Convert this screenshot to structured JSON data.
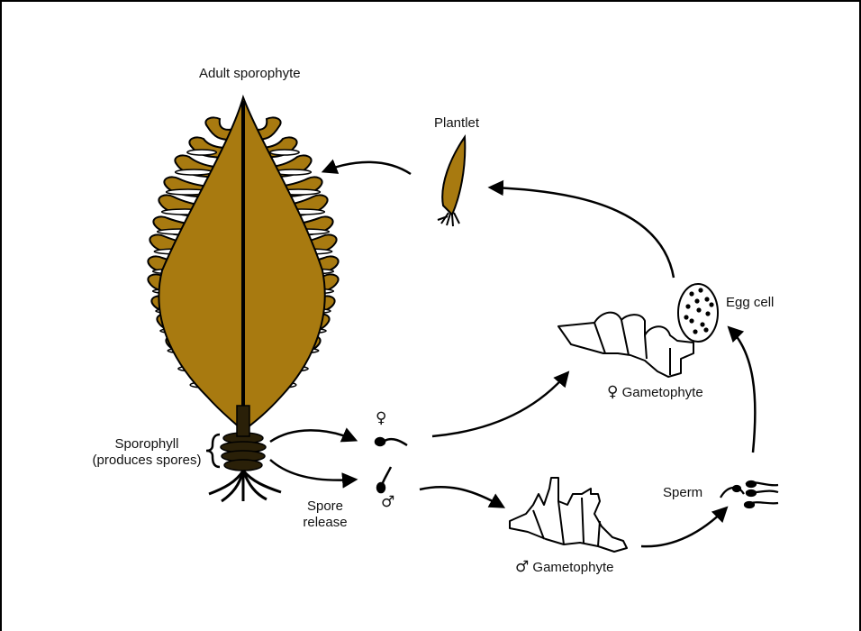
{
  "colors": {
    "kelp": "#a87a10",
    "outline": "#000000",
    "background": "#ffffff"
  },
  "labels": {
    "adult_sporophyte": "Adult sporophyte",
    "plantlet": "Plantlet",
    "egg_cell": "Egg cell",
    "female_gametophyte": "Gametophyte",
    "male_gametophyte": "Gametophyte",
    "sperm": "Sperm",
    "spore_release_line1": "Spore",
    "spore_release_line2": "release",
    "sporophyll_line1": "Sporophyll",
    "sporophyll_line2": "(produces spores)"
  },
  "symbols": {
    "female": "♀",
    "male": "♂"
  }
}
